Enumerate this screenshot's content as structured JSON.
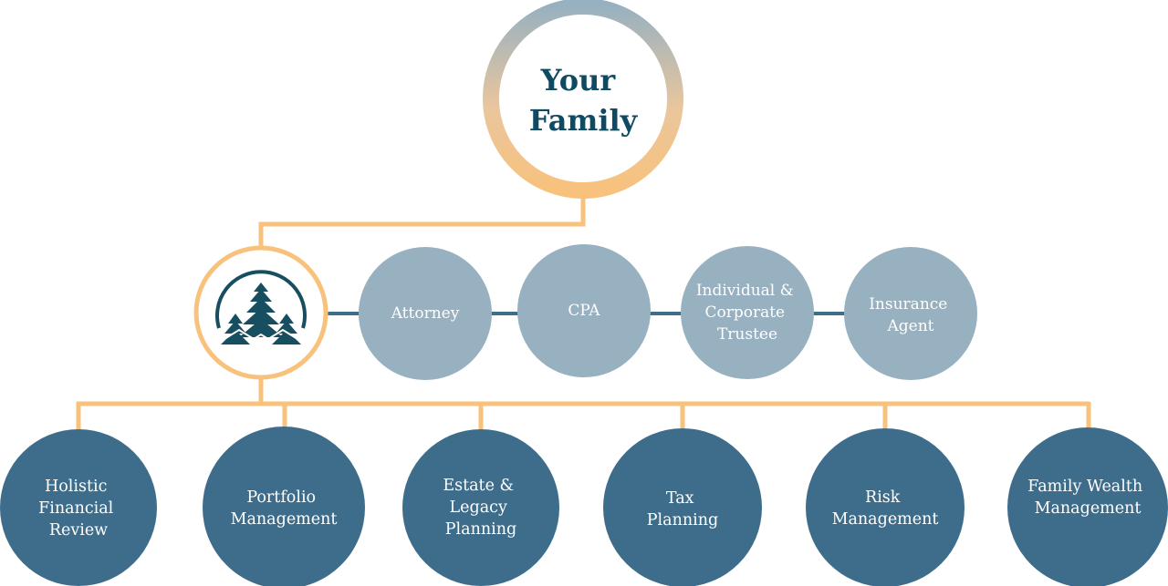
{
  "root": {
    "lines": [
      "Your",
      "Family"
    ]
  },
  "advisors": [
    {
      "lines": [
        "Attorney"
      ]
    },
    {
      "lines": [
        "CPA"
      ]
    },
    {
      "lines": [
        "Individual &",
        "Corporate",
        "Trustee"
      ]
    },
    {
      "lines": [
        "Insurance",
        "Agent"
      ]
    }
  ],
  "services": [
    {
      "lines": [
        "Holistic",
        "Financial",
        "Review"
      ]
    },
    {
      "lines": [
        "Portfolio",
        "Management"
      ]
    },
    {
      "lines": [
        "Estate &",
        "Legacy",
        "Planning"
      ]
    },
    {
      "lines": [
        "Tax",
        "Planning"
      ]
    },
    {
      "lines": [
        "Risk",
        "Management"
      ]
    },
    {
      "lines": [
        "Family Wealth",
        "Management"
      ]
    }
  ],
  "logo": {
    "icon": "tree-logo-icon"
  },
  "colors": {
    "orange": "#f8c27d",
    "gray_blue": "#98b1c0",
    "dark_blue": "#3d6d8b",
    "title": "#0f4a63",
    "logo": "#174e60"
  }
}
